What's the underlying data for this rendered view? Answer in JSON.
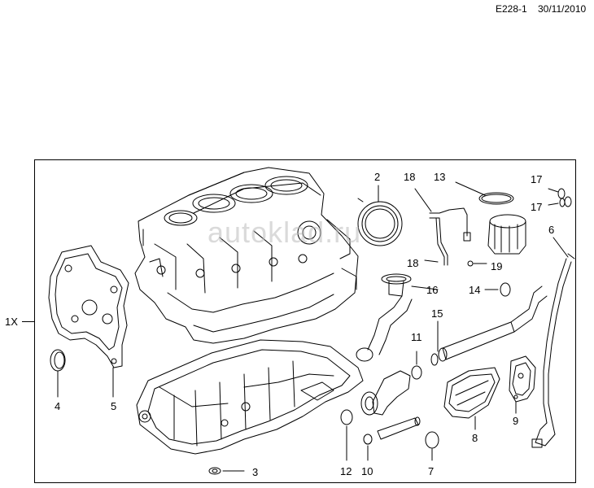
{
  "header": {
    "diagram_code": "E228-1",
    "date": "30/11/2010"
  },
  "assembly": {
    "label": "1X"
  },
  "watermark": "autoklad.ru",
  "callouts": [
    {
      "id": "2",
      "text": "2"
    },
    {
      "id": "18a",
      "text": "18"
    },
    {
      "id": "13",
      "text": "13"
    },
    {
      "id": "17a",
      "text": "17"
    },
    {
      "id": "17b",
      "text": "17"
    },
    {
      "id": "6",
      "text": "6"
    },
    {
      "id": "18b",
      "text": "18"
    },
    {
      "id": "19",
      "text": "19"
    },
    {
      "id": "16",
      "text": "16"
    },
    {
      "id": "14",
      "text": "14"
    },
    {
      "id": "15",
      "text": "15"
    },
    {
      "id": "11",
      "text": "11"
    },
    {
      "id": "4",
      "text": "4"
    },
    {
      "id": "5",
      "text": "5"
    },
    {
      "id": "9",
      "text": "9"
    },
    {
      "id": "8",
      "text": "8"
    },
    {
      "id": "3",
      "text": "3"
    },
    {
      "id": "12",
      "text": "12"
    },
    {
      "id": "10",
      "text": "10"
    },
    {
      "id": "7",
      "text": "7"
    }
  ]
}
